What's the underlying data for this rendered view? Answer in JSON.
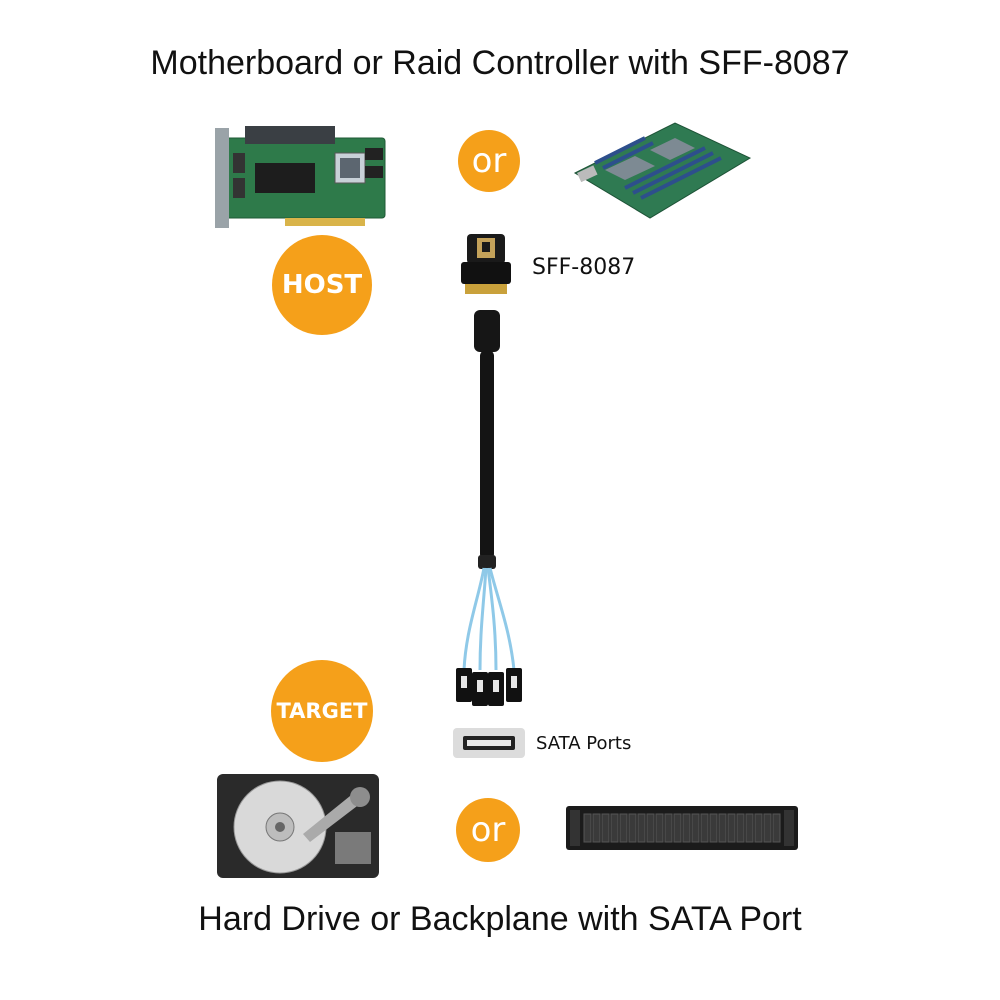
{
  "title_top": "Motherboard or Raid Controller with SFF-8087",
  "title_bottom": "Hard Drive or Backplane with SATA Port",
  "badges": {
    "host": "HOST",
    "target": "TARGET",
    "or_top": "or",
    "or_bottom": "or"
  },
  "labels": {
    "connector": "SFF-8087",
    "ports": "SATA Ports"
  },
  "colors": {
    "accent": "#f5a01a",
    "pcb": "#2e7a4a",
    "cable": "#111111",
    "sata_wire": "#8fc9e8"
  }
}
